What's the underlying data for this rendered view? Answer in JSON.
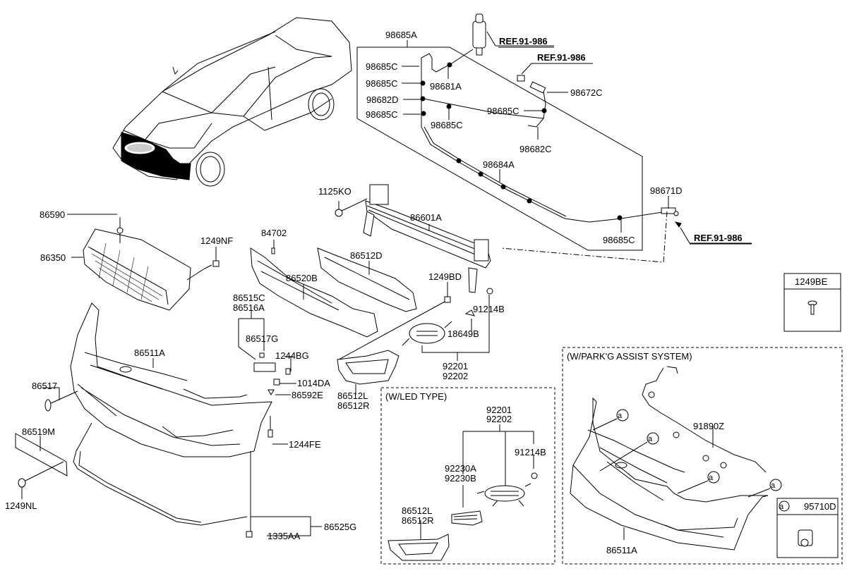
{
  "diagram": {
    "title": "Front Bumper Parts Diagram",
    "labels": {
      "l98685A": "98685A",
      "lref1": "REF.91-986",
      "lref2": "REF.91-986",
      "lref3": "REF.91-986",
      "l98685C_1": "98685C",
      "l98685C_2": "98685C",
      "l98682D": "98682D",
      "l98685C_3": "98685C",
      "l98681A": "98681A",
      "l98685C_4": "98685C",
      "l98685C_5": "98685C",
      "l98672C": "98672C",
      "l98682C": "98682C",
      "l98684A": "98684A",
      "l98671D": "98671D",
      "l98685C_6": "98685C",
      "l1125KO": "1125KO",
      "l86601A": "86601A",
      "l86590": "86590",
      "l86350": "86350",
      "l1249NF": "1249NF",
      "l84702": "84702",
      "l86512D": "86512D",
      "l86520B": "86520B",
      "l1249BD": "1249BD",
      "l91214B": "91214B",
      "l86515C": "86515C",
      "l86516A": "86516A",
      "l18649B": "18649B",
      "l86517G": "86517G",
      "l1244BG": "1244BG",
      "l86511A": "86511A",
      "l92201": "92201",
      "l92202": "92202",
      "l1014DA": "1014DA",
      "l86517": "86517",
      "l86592E": "86592E",
      "l86512L": "86512L",
      "l86512R": "86512R",
      "l86519M": "86519M",
      "l1244FE": "1244FE",
      "l1249NL": "1249NL",
      "l86525G": "86525G",
      "l1335AA": "1335AA",
      "l1249BE": "1249BE"
    },
    "led_box": {
      "title": "(W/LED TYPE)",
      "l92201": "92201",
      "l92202": "92202",
      "l91214B": "91214B",
      "l92230A": "92230A",
      "l92230B": "92230B",
      "l86512L": "86512L",
      "l86512R": "86512R"
    },
    "park_box": {
      "title": "(W/PARK'G ASSIST SYSTEM)",
      "l91890Z": "91890Z",
      "l86511A": "86511A",
      "marker": "a",
      "l95710D": "95710D"
    }
  }
}
